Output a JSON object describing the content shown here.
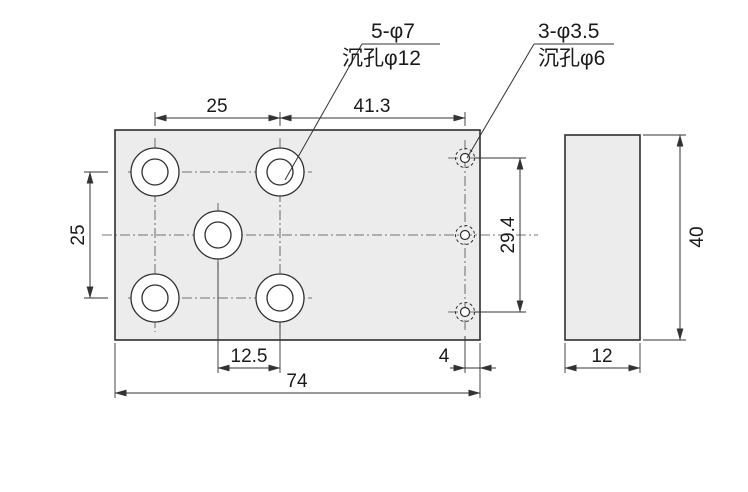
{
  "drawing": {
    "callouts": {
      "large_line1": "5-φ7",
      "large_line2": "沉孔φ12",
      "small_line1": "3-φ3.5",
      "small_line2": "沉孔φ6"
    },
    "dimensions": {
      "top_hole_spacing": "25",
      "top_small_hole_offset": "41.3",
      "left_hole_spacing": "25",
      "small_hole_span": "29.4",
      "center_hole_offset": "12.5",
      "plate_width": "74",
      "small_hole_edge_distance": "4",
      "side_thickness": "12",
      "side_height": "40"
    },
    "colors": {
      "line": "#333333",
      "part_fill": "#ececec",
      "background": "#ffffff"
    }
  }
}
